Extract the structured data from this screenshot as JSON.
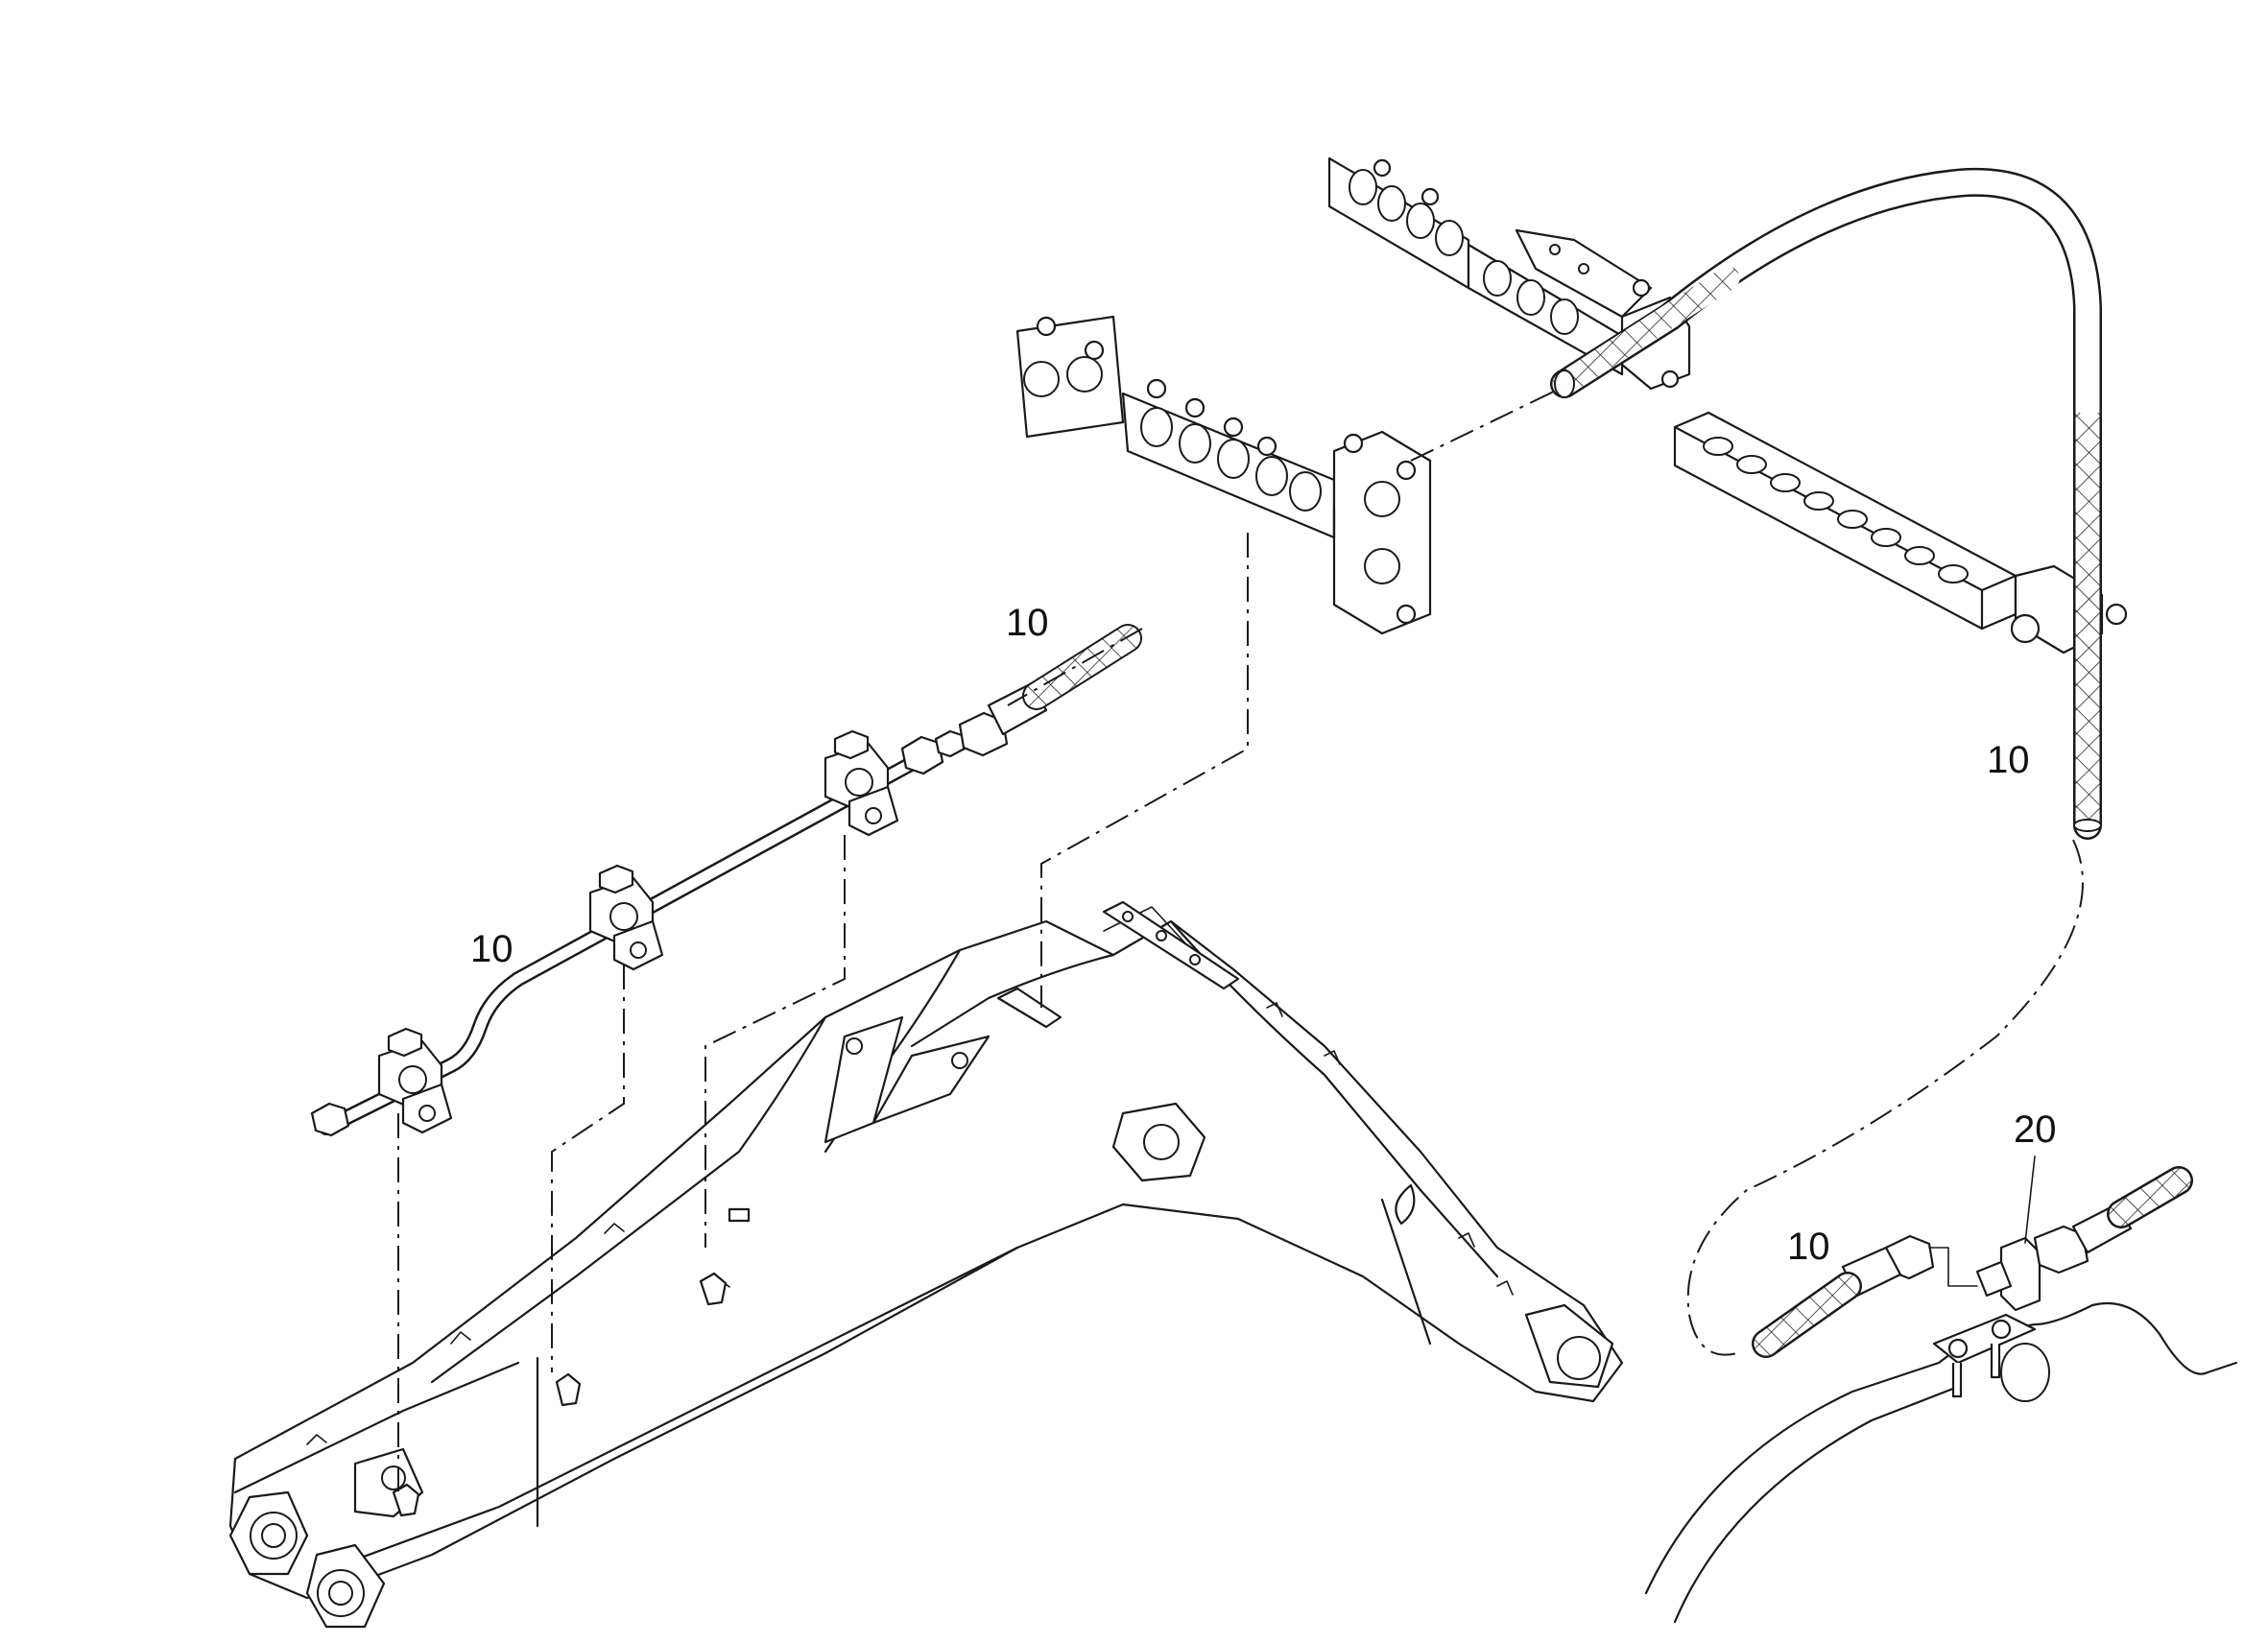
{
  "callouts": [
    {
      "id": "c1",
      "text": "10"
    },
    {
      "id": "c2",
      "text": "10"
    },
    {
      "id": "c3",
      "text": "10"
    },
    {
      "id": "c4",
      "text": "10"
    },
    {
      "id": "c5",
      "text": "20"
    }
  ],
  "colors": {
    "line": "#1a1a1a",
    "background": "#ffffff"
  }
}
